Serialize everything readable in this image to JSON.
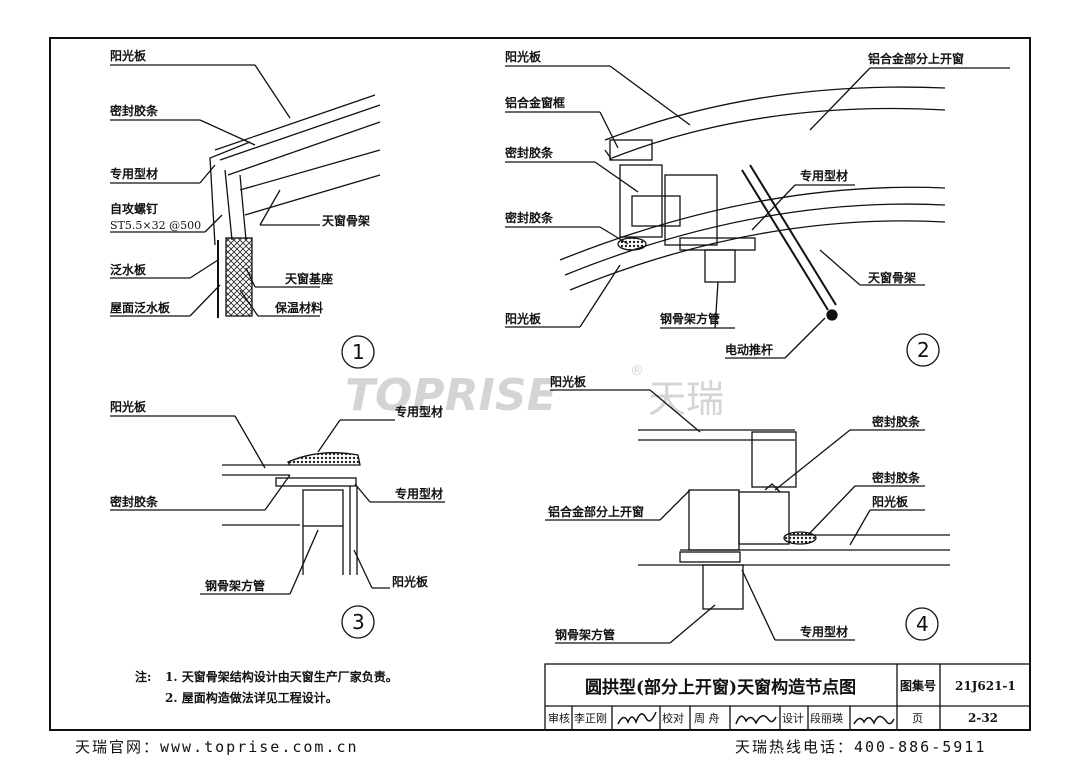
{
  "detail1": {
    "labels": [
      "阳光板",
      "密封胶条",
      "专用型材",
      "自攻螺钉",
      "ST5.5×32 @500",
      "天窗骨架",
      "泛水板",
      "天窗基座",
      "屋面泛水板",
      "保温材料"
    ],
    "number": "1"
  },
  "detail2": {
    "labels": [
      "阳光板",
      "铝合金部分上开窗",
      "铝合金窗框",
      "密封胶条",
      "专用型材",
      "密封胶条",
      "天窗骨架",
      "阳光板",
      "钢骨架方管",
      "电动推杆"
    ],
    "number": "2"
  },
  "detail3": {
    "labels": [
      "阳光板",
      "专用型材",
      "密封胶条",
      "专用型材",
      "钢骨架方管",
      "阳光板"
    ],
    "number": "3"
  },
  "detail4": {
    "labels": [
      "阳光板",
      "密封胶条",
      "密封胶条",
      "阳光板",
      "铝合金部分上开窗",
      "钢骨架方管",
      "专用型材"
    ],
    "number": "4"
  },
  "watermark": {
    "brand": "TOPRISE",
    "cn": "天瑞",
    "reg": "®"
  },
  "notes": {
    "prefix": "注:",
    "items": [
      "1. 天窗骨架结构设计由天窗生产厂家负责。",
      "2. 屋面构造做法详见工程设计。"
    ]
  },
  "titleblock": {
    "title": "圆拱型(部分上开窗)天窗构造节点图",
    "atlas_label": "图集号",
    "atlas_no": "21J621-1",
    "row2": [
      "审核",
      "李正刚",
      "校对",
      "周 舟",
      "设计",
      "段丽瑛"
    ],
    "page_label": "页",
    "page_no": "2-32"
  },
  "footer": {
    "left": "天瑞官网：www.toprise.com.cn",
    "right": "天瑞热线电话：400-886-5911"
  }
}
